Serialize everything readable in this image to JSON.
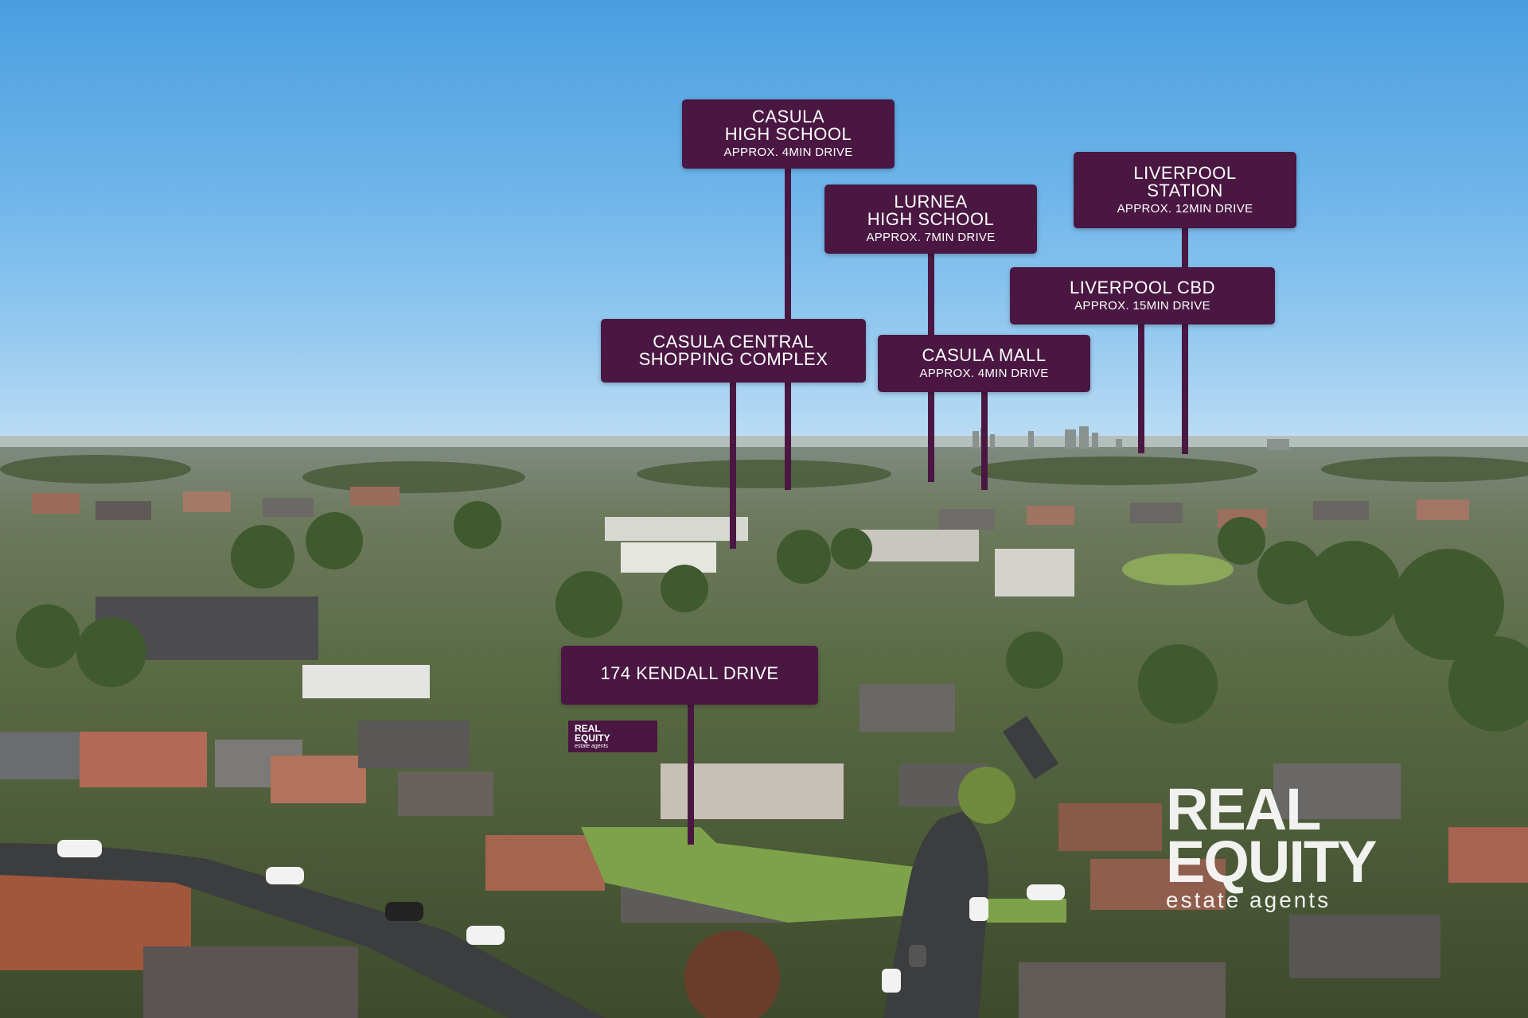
{
  "scene": {
    "sky_top": "#4a9ee0",
    "brand_color": "#4a1742"
  },
  "callouts": [
    {
      "id": "casula-high-school",
      "title": "CASULA\nHIGH SCHOOL",
      "subtitle": "APPROX. 4MIN DRIVE"
    },
    {
      "id": "lurnea-high-school",
      "title": "LURNEA\nHIGH SCHOOL",
      "subtitle": "APPROX. 7MIN DRIVE"
    },
    {
      "id": "liverpool-station",
      "title": "LIVERPOOL\nSTATION",
      "subtitle": "APPROX. 12MIN DRIVE"
    },
    {
      "id": "liverpool-cbd",
      "title": "LIVERPOOL CBD",
      "subtitle": "APPROX. 15MIN DRIVE"
    },
    {
      "id": "casula-central",
      "title": "CASULA CENTRAL\nSHOPPING COMPLEX",
      "subtitle": ""
    },
    {
      "id": "casula-mall",
      "title": "CASULA MALL",
      "subtitle": "APPROX. 4MIN DRIVE"
    },
    {
      "id": "property",
      "title": "174 KENDALL DRIVE",
      "subtitle": ""
    }
  ],
  "small_logo": {
    "line1": "REAL",
    "line2": "EQUITY",
    "line3": "estate agents"
  },
  "watermark": {
    "line1": "REAL",
    "line2": "EQUITY",
    "line3": "estate agents"
  }
}
